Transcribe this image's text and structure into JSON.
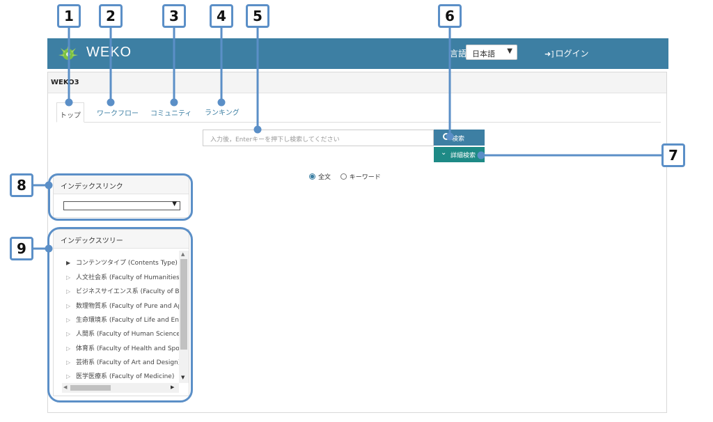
{
  "header": {
    "logo_text": "WEKO",
    "language_label": "言語:",
    "language_value": "日本語",
    "login_label": "ログイン"
  },
  "panel": {
    "title": "WEKO3"
  },
  "tabs": [
    {
      "label": "トップ"
    },
    {
      "label": "ワークフロー"
    },
    {
      "label": "コミュニティ"
    },
    {
      "label": "ランキング"
    }
  ],
  "search": {
    "placeholder": "入力後，Enterキーを押下し検索してください",
    "search_button": "検索",
    "advanced_button": "詳細検索",
    "option_fulltext": "全文",
    "option_keyword": "キーワード"
  },
  "index_link": {
    "title": "インデックスリンク"
  },
  "index_tree": {
    "title": "インデックスツリー",
    "items": [
      "コンテンツタイプ (Contents Type)",
      "人文社会系 (Faculty of Humanities and Social Sciences)",
      "ビジネスサイエンス系 (Faculty of Business Sciences)",
      "数理物質系 (Faculty of Pure and Applied Sciences)",
      "生命環境系 (Faculty of Life and Environmental Sciences)",
      "人間系 (Faculty of Human Sciences)",
      "体育系 (Faculty of Health and Sport Sciences)",
      "芸術系 (Faculty of Art and Design)",
      "医学医療系 (Faculty of Medicine)"
    ]
  },
  "callouts": [
    "1",
    "2",
    "3",
    "4",
    "5",
    "6",
    "7",
    "8",
    "9"
  ],
  "colors": {
    "header_bg": "#3d7fa3",
    "search_btn": "#3d7fa3",
    "advanced_btn": "#1e8a86",
    "callout": "#5b8fc7"
  }
}
